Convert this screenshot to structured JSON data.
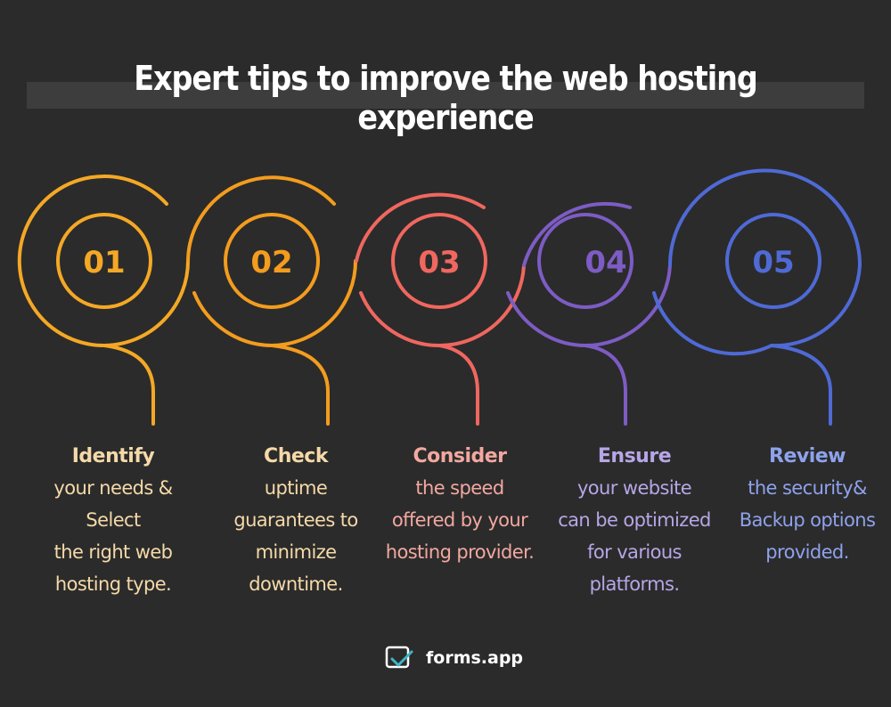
{
  "title": "Expert tips to improve the web hosting experience",
  "steps": [
    {
      "number": "01",
      "color": "#f4a825",
      "text_color": "#f5d9a8",
      "heading": "Identify",
      "body": "your needs & Select\nthe right web\nhosting type."
    },
    {
      "number": "02",
      "color": "#f39c1e",
      "text_color": "#f5d9a8",
      "heading": "Check",
      "body": "uptime\nguarantees to\nminimize\ndowntime."
    },
    {
      "number": "03",
      "color": "#f0675f",
      "text_color": "#f2a8a0",
      "heading": "Consider",
      "body": "the speed\noffered by your\nhosting provider."
    },
    {
      "number": "04",
      "color": "#7d5cc4",
      "text_color": "#b7a6e6",
      "heading": "Ensure",
      "body": "your website\ncan be optimized\nfor various\nplatforms."
    },
    {
      "number": "05",
      "color": "#4f6ad6",
      "text_color": "#8ea2ec",
      "heading": "Review",
      "body": "the security&\nBackup options\nprovided."
    }
  ],
  "brand": {
    "name": "forms.app",
    "icon": "forms-app-logo-icon",
    "icon_color": "#3fb5c5"
  }
}
